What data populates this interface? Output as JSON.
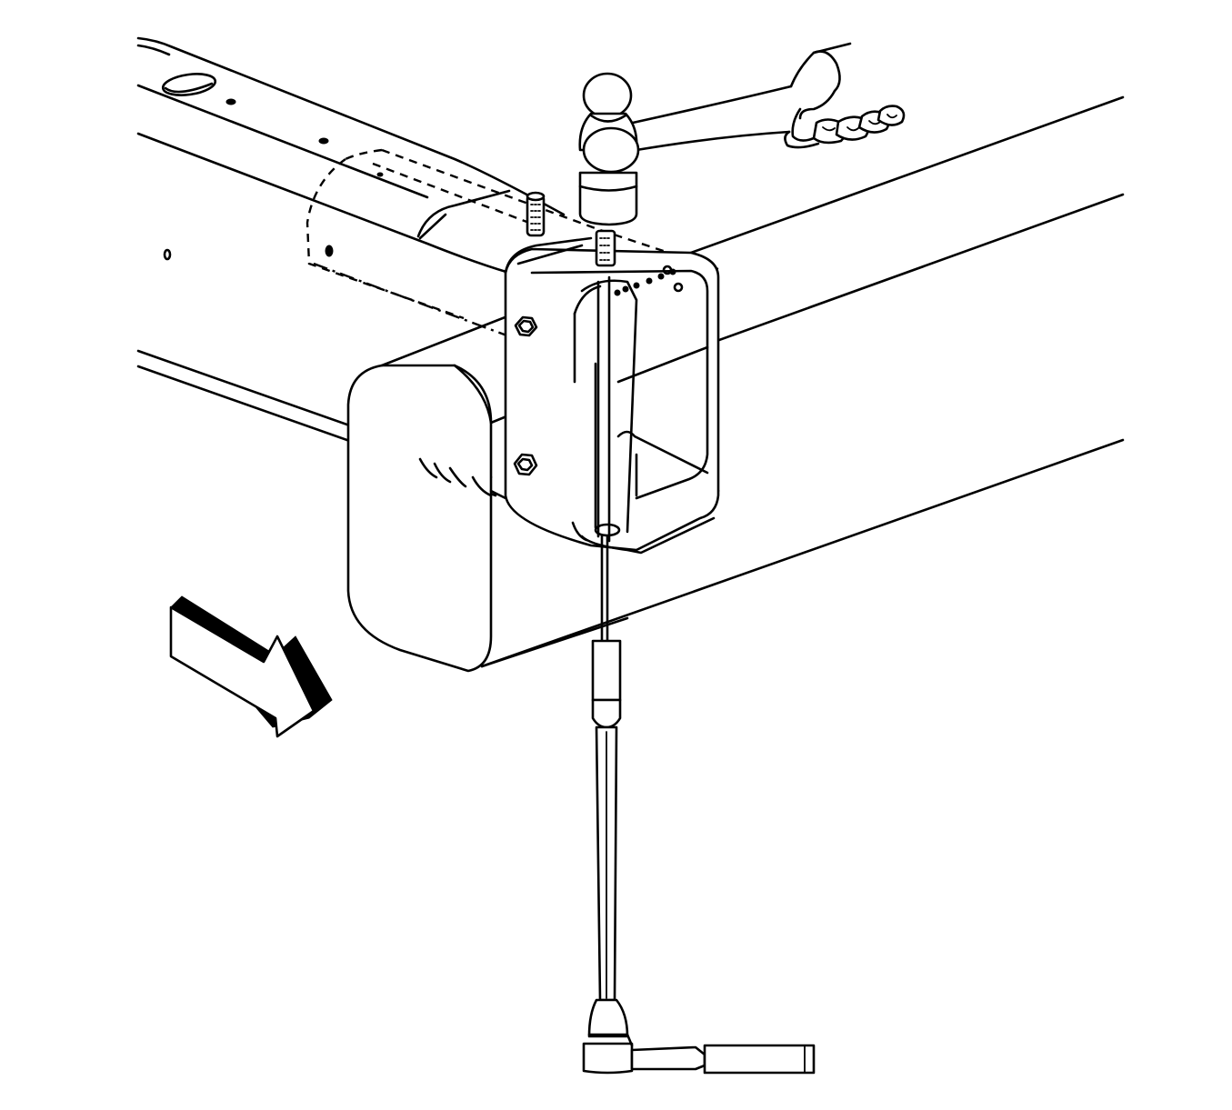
{
  "figure": {
    "type": "service-procedure-illustration",
    "subject": "frame-rail",
    "components": [
      "frame-rail",
      "crossmember-bracket",
      "hammer",
      "hand",
      "rivet-pins",
      "hex-nuts",
      "extension-with-socket",
      "ratchet-handle",
      "direction-arrow"
    ],
    "colors": {
      "line": "#000000",
      "background": "#ffffff"
    }
  }
}
